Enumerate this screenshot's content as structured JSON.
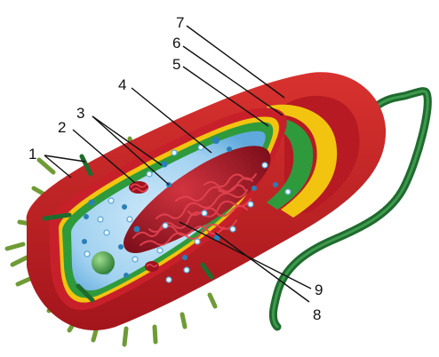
{
  "labels": [
    "1",
    "2",
    "3",
    "4",
    "5",
    "6",
    "7",
    "8",
    "9"
  ],
  "colors": {
    "capsule": "#c8202a",
    "capsule_dark": "#8e1319",
    "cell_wall": "#f2c410",
    "membrane": "#2e9a3c",
    "membrane_dark": "#1e6e2a",
    "cytoplasm": "#a9d8f2",
    "cytoplasm_deep": "#6fb7e2",
    "nucleoid": "#b3162a",
    "nucleoid_dark": "#6e0d18",
    "ribosome": "#2a7fb8",
    "flagellum": "#1f6b2e",
    "pili": "#7aa63a",
    "leader_line": "#111111"
  }
}
